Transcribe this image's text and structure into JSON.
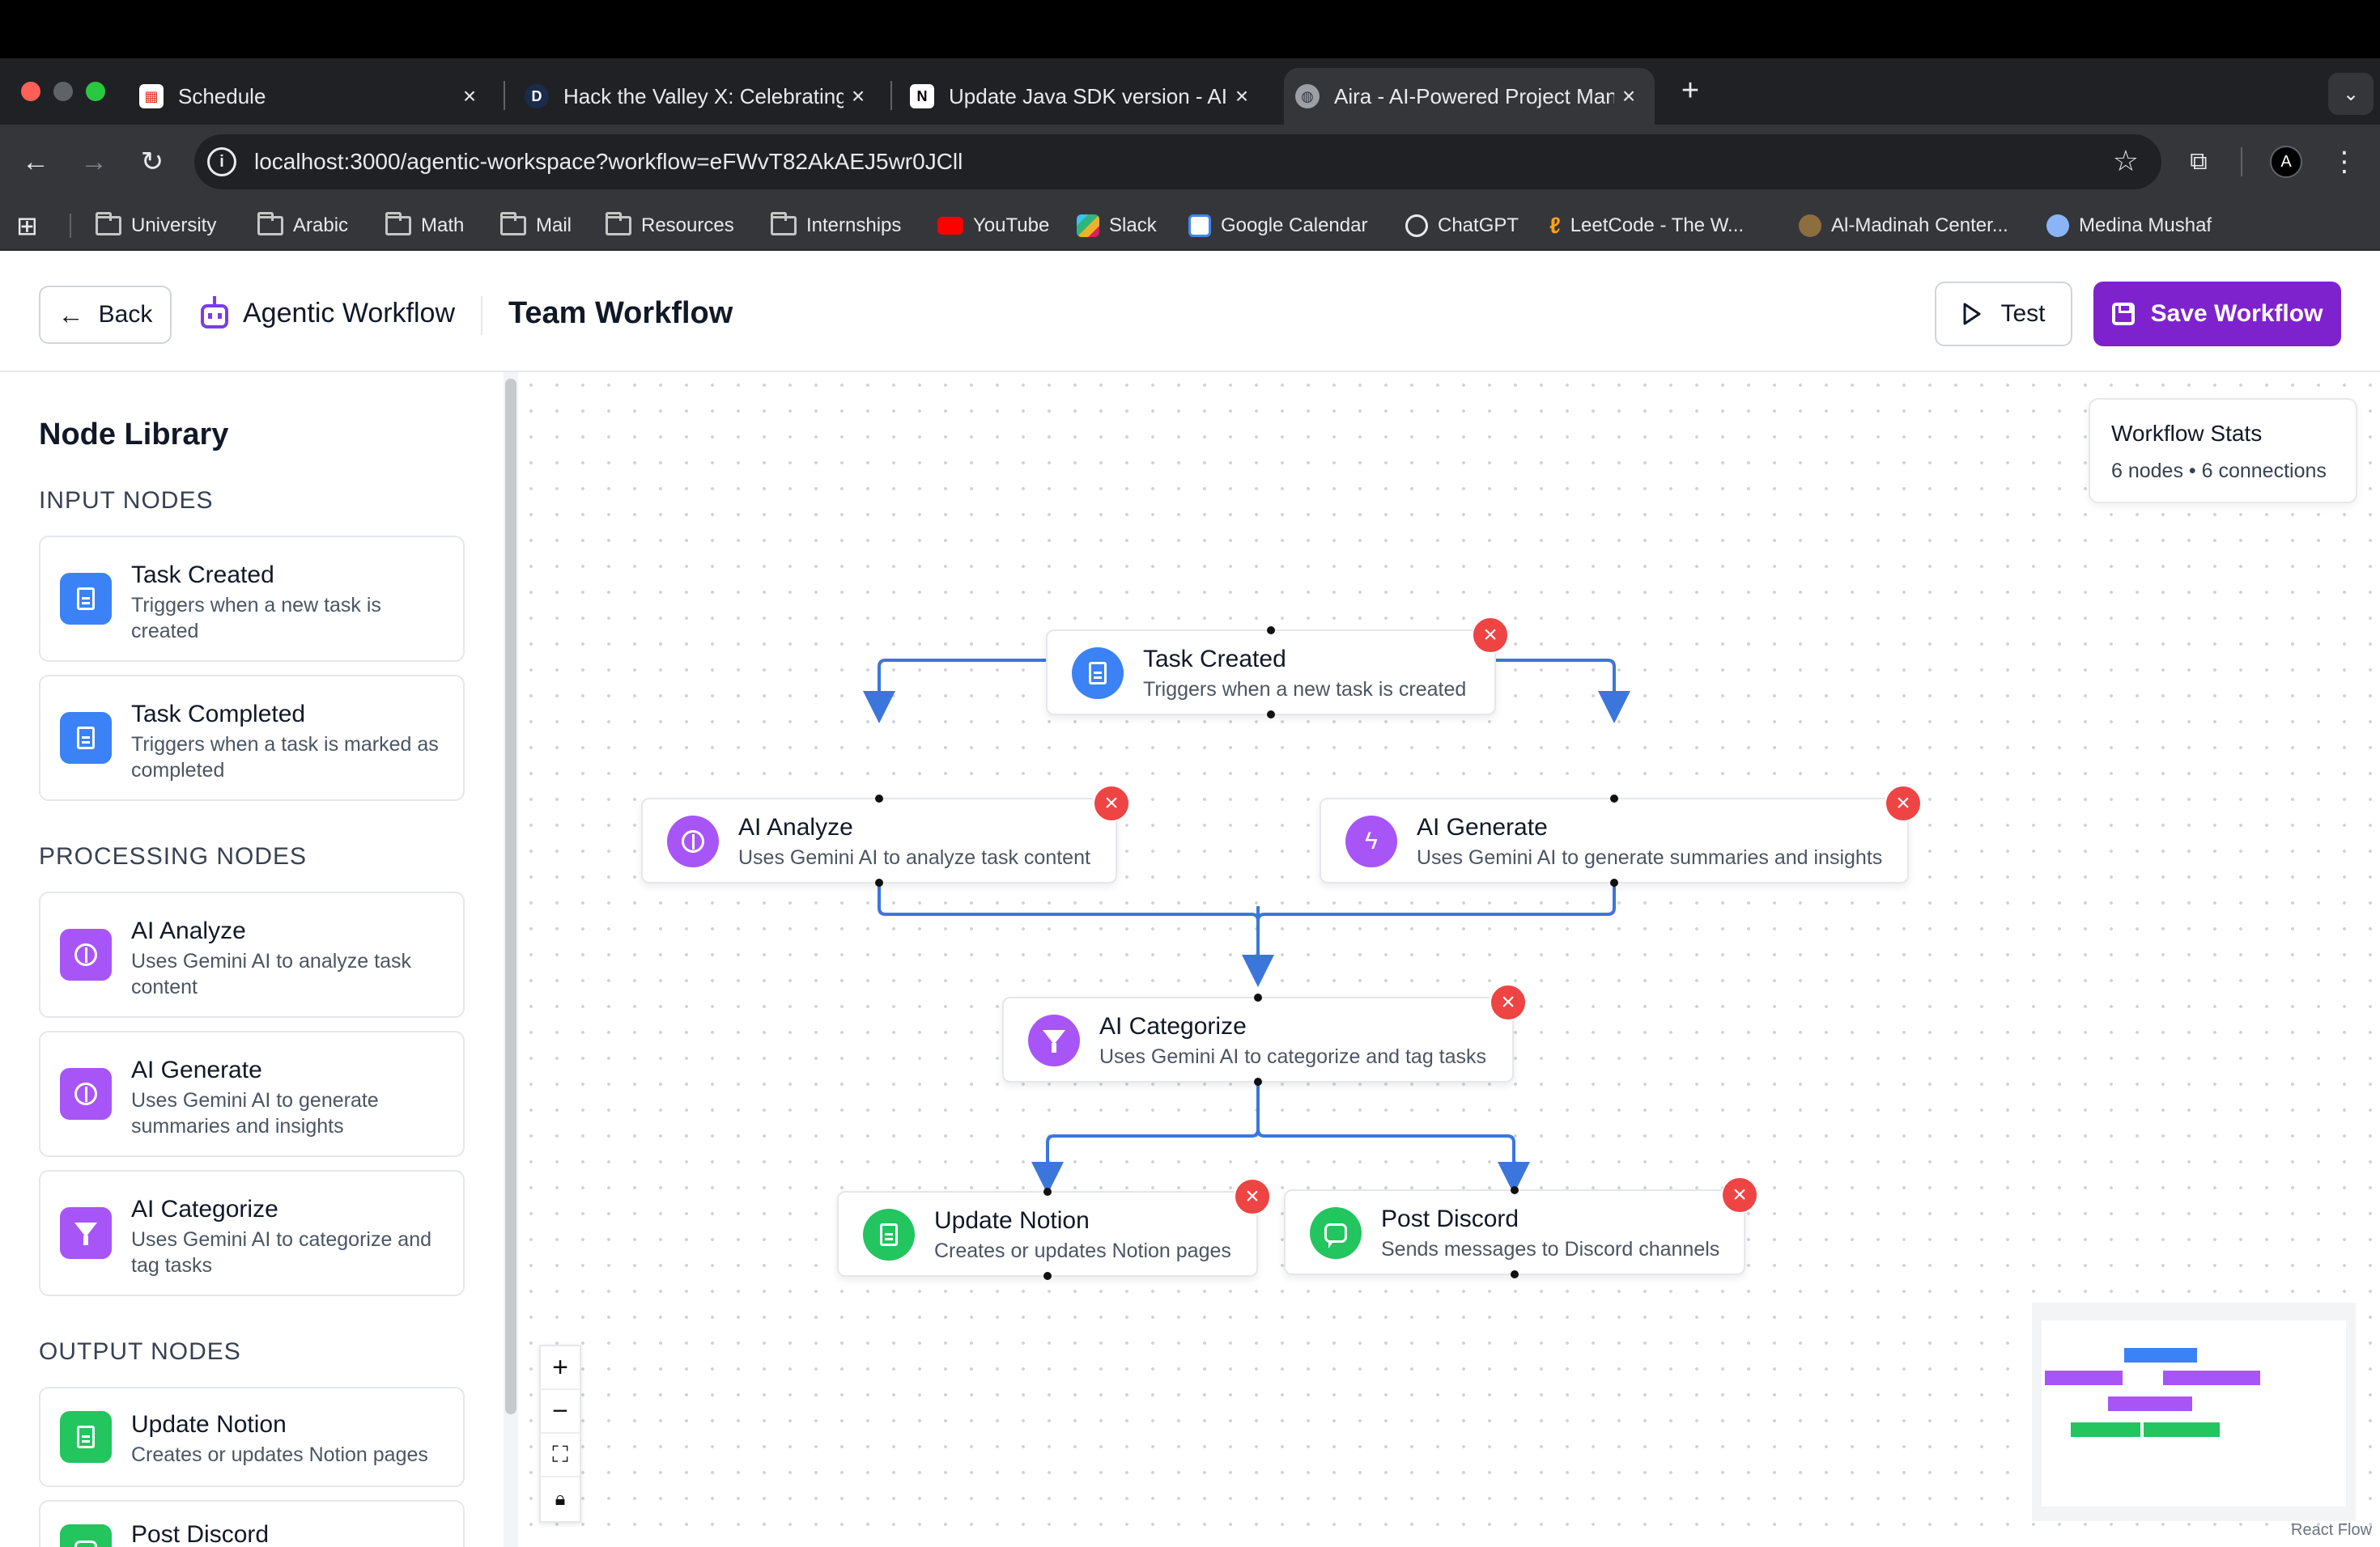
{
  "browser": {
    "tabs": [
      {
        "title": "Schedule"
      },
      {
        "title": "Hack the Valley X: Celebrating"
      },
      {
        "title": "Update Java SDK version - AI"
      },
      {
        "title": "Aira - AI-Powered Project Man"
      }
    ],
    "url": "localhost:3000/agentic-workspace?workflow=eFWvT82AkAEJ5wr0JCll",
    "profile_initial": "A",
    "bookmarks": [
      "University",
      "Arabic",
      "Math",
      "Mail",
      "Resources",
      "Internships",
      "YouTube",
      "Slack",
      "Google Calendar",
      "ChatGPT",
      "LeetCode - The W...",
      "Al-Madinah Center...",
      "Medina Mushaf"
    ]
  },
  "header": {
    "back_label": "Back",
    "section_label": "Agentic Workflow",
    "title": "Team Workflow",
    "test_label": "Test",
    "save_label": "Save Workflow"
  },
  "sidebar": {
    "title": "Node Library",
    "sections": [
      {
        "label": "INPUT NODES",
        "items": [
          {
            "title": "Task Created",
            "desc": "Triggers when a new task is created"
          },
          {
            "title": "Task Completed",
            "desc": "Triggers when a task is marked as completed"
          }
        ]
      },
      {
        "label": "PROCESSING NODES",
        "items": [
          {
            "title": "AI Analyze",
            "desc": "Uses Gemini AI to analyze task content"
          },
          {
            "title": "AI Generate",
            "desc": "Uses Gemini AI to generate summaries and insights"
          },
          {
            "title": "AI Categorize",
            "desc": "Uses Gemini AI to categorize and tag tasks"
          }
        ]
      },
      {
        "label": "OUTPUT NODES",
        "items": [
          {
            "title": "Update Notion",
            "desc": "Creates or updates Notion pages"
          },
          {
            "title": "Post Discord",
            "desc": ""
          }
        ]
      }
    ]
  },
  "canvas": {
    "stats": {
      "title": "Workflow Stats",
      "summary": "6 nodes • 6 connections"
    },
    "nodes": [
      {
        "title": "Task Created",
        "desc": "Triggers when a new task is created"
      },
      {
        "title": "AI Analyze",
        "desc": "Uses Gemini AI to analyze task content"
      },
      {
        "title": "AI Generate",
        "desc": "Uses Gemini AI to generate summaries and insights"
      },
      {
        "title": "AI Categorize",
        "desc": "Uses Gemini AI to categorize and tag tasks"
      },
      {
        "title": "Update Notion",
        "desc": "Creates or updates Notion pages"
      },
      {
        "title": "Post Discord",
        "desc": "Sends messages to Discord channels"
      }
    ],
    "attribution": "React Flow"
  },
  "colors": {
    "accent": "#7e22ce",
    "input": "#3b82f6",
    "processing": "#a855f7",
    "output": "#22c55e",
    "delete": "#ef4444",
    "edge": "#3b76dc"
  },
  "icons": {
    "input": "document-icon",
    "analyze": "brain-icon",
    "generate": "bolt-icon",
    "categorize": "filter-icon",
    "notion": "document-icon",
    "discord": "chat-icon"
  }
}
